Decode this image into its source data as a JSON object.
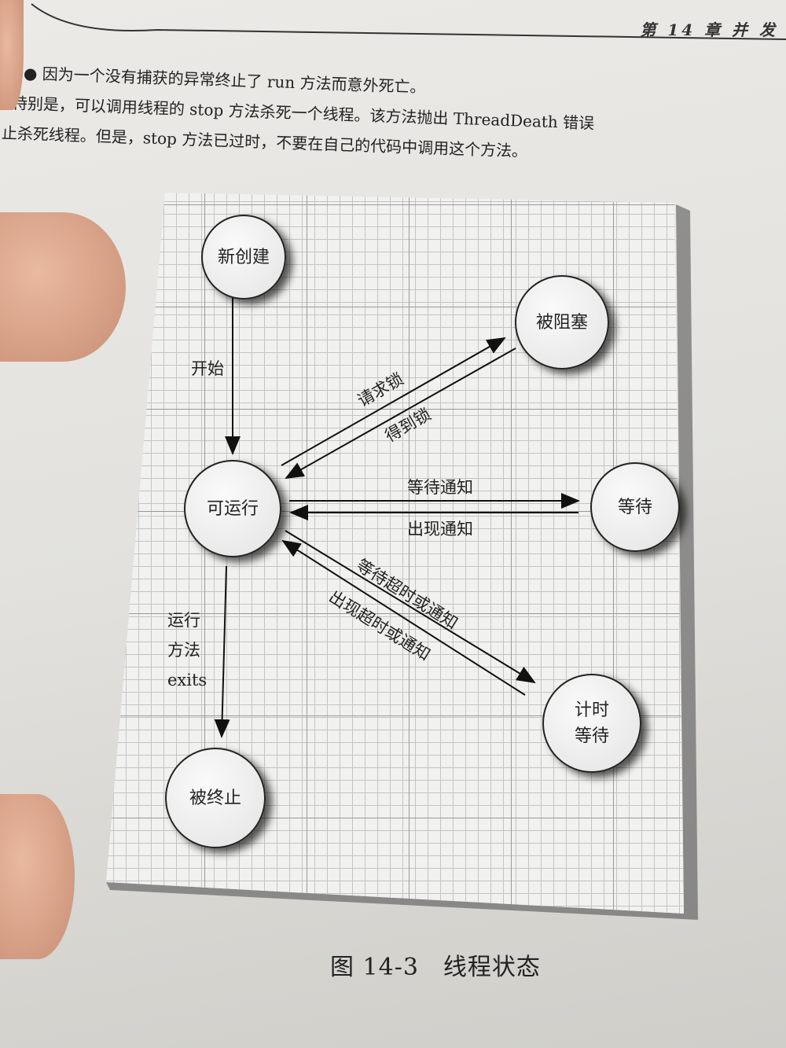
{
  "header": {
    "running_head": "第 14 章  并  发"
  },
  "body": {
    "bullet": "因为一个没有捕获的异常终止了 run 方法而意外死亡。",
    "line2": "特别是，可以调用线程的 stop 方法杀死一个线程。该方法抛出 ThreadDeath 错误",
    "line3": "止杀死线程。但是，stop 方法已过时，不要在自己的代码中调用这个方法。"
  },
  "diagram": {
    "nodes": {
      "new": "新创建",
      "blocked": "被阻塞",
      "runnable": "可运行",
      "waiting": "等待",
      "timed_1": "计时",
      "timed_2": "等待",
      "terminated": "被终止"
    },
    "edges": {
      "start": "开始",
      "request_lock": "请求锁",
      "acquire_lock": "得到锁",
      "wait_notify": "等待通知",
      "notified": "出现通知",
      "wait_timeout": "等待超时或通知",
      "timeout_notified": "出现超时或通知",
      "run_exit_1": "运行",
      "run_exit_2": "方法",
      "run_exit_3": "exits"
    }
  },
  "caption": "图 14-3　线程状态"
}
